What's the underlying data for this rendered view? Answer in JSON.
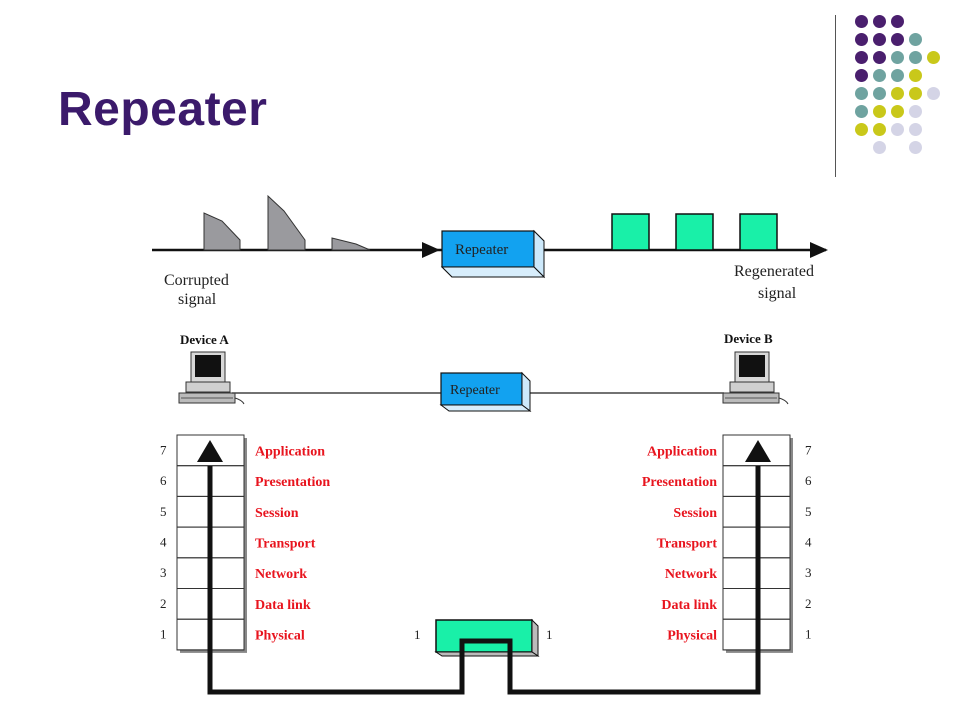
{
  "slide": {
    "title": "Repeater"
  },
  "decoration": {
    "colors": {
      "purple": "#4a1f6e",
      "teal": "#6fa3a0",
      "yellow": "#c9c81a",
      "lavender": "#d4d4e6"
    }
  },
  "signal": {
    "left_label_1": "Corrupted",
    "left_label_2": "signal",
    "right_label_1": "Regenerated",
    "right_label_2": "signal",
    "repeater_label": "Repeater"
  },
  "devices": {
    "a_label": "Device A",
    "b_label": "Device B",
    "repeater_label": "Repeater"
  },
  "osi": {
    "left_layers": [
      {
        "num": "7",
        "name": "Application"
      },
      {
        "num": "6",
        "name": "Presentation"
      },
      {
        "num": "5",
        "name": "Session"
      },
      {
        "num": "4",
        "name": "Transport"
      },
      {
        "num": "3",
        "name": "Network"
      },
      {
        "num": "2",
        "name": "Data link"
      },
      {
        "num": "1",
        "name": "Physical"
      }
    ],
    "right_layers": [
      {
        "num": "7",
        "name": "Application"
      },
      {
        "num": "6",
        "name": "Presentation"
      },
      {
        "num": "5",
        "name": "Session"
      },
      {
        "num": "4",
        "name": "Transport"
      },
      {
        "num": "3",
        "name": "Network"
      },
      {
        "num": "2",
        "name": "Data link"
      },
      {
        "num": "1",
        "name": "Physical"
      }
    ],
    "repeater_left_num": "1",
    "repeater_right_num": "1"
  }
}
